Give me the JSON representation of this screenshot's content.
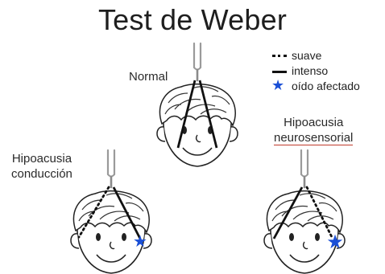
{
  "title": "Test de Weber",
  "legend": {
    "items": [
      {
        "symbol": "dotted-line",
        "label": "suave"
      },
      {
        "symbol": "solid-line",
        "label": "intenso"
      },
      {
        "symbol": "star-icon",
        "label": "oído afectado"
      }
    ]
  },
  "panels": {
    "normal": {
      "label": "Normal"
    },
    "conduccion": {
      "label_line1": "Hipoacusia",
      "label_line2": "conducción"
    },
    "neurosensorial": {
      "label_line1": "Hipoacusia",
      "label_line2": "neurosensorial"
    }
  },
  "colors": {
    "star": "#1a4fd6",
    "line": "#111111",
    "underline": "#c0392b"
  }
}
